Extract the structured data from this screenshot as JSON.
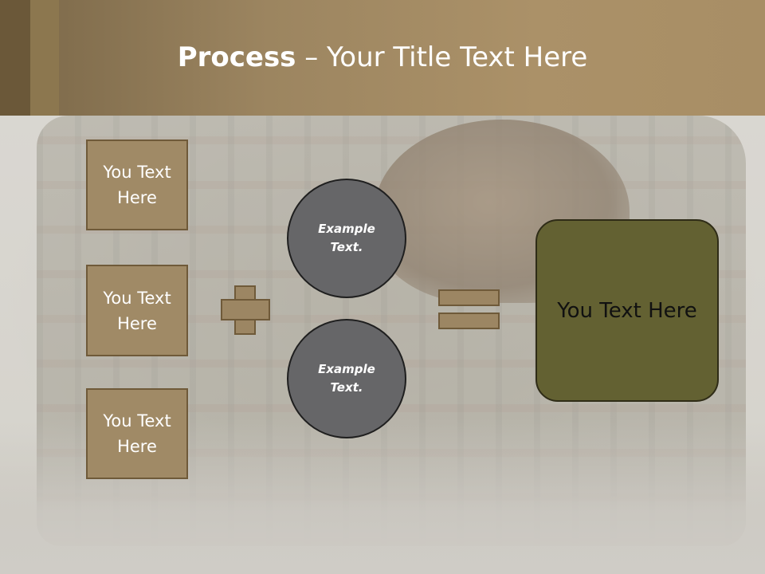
{
  "slide": {
    "title_bold": "Process",
    "title_rest": " – Your Title Text Here"
  },
  "left_boxes": [
    {
      "label": "You Text Here"
    },
    {
      "label": "You Text Here"
    },
    {
      "label": "You Text Here"
    }
  ],
  "circles": [
    {
      "label": "Example Text."
    },
    {
      "label": "Example Text."
    }
  ],
  "result": {
    "label": "You Text Here"
  },
  "colors": {
    "header": "#a88e65",
    "box_fill": "#a08a66",
    "circle_fill": "#666668",
    "result_fill": "#636132"
  },
  "icons": {
    "plus": "plus-icon",
    "equals": "equals-icon"
  }
}
